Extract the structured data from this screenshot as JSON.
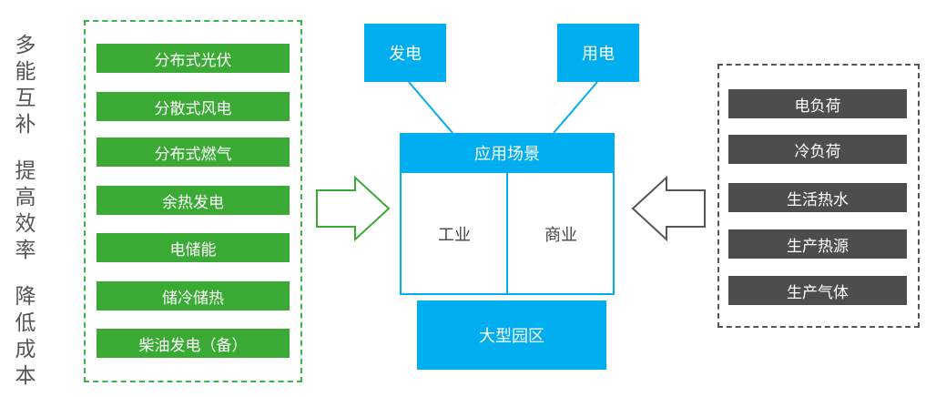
{
  "slogan": [
    "多",
    "能",
    "互",
    "补",
    "",
    "提",
    "高",
    "效",
    "率",
    "",
    "降",
    "低",
    "成",
    "本"
  ],
  "energy_sources": [
    "分布式光伏",
    "分散式风电",
    "分布式燃气",
    "余热发电",
    "电储能",
    "储冷储热",
    "柴油发电（备）"
  ],
  "demands": [
    "电负荷",
    "冷负荷",
    "生活热水",
    "生产热源",
    "生产气体"
  ],
  "top": {
    "generation": "发电",
    "consumption": "用电"
  },
  "scene": {
    "title": "应用场景",
    "industry": "工业",
    "commerce": "商业"
  },
  "park": "大型园区",
  "colors": {
    "green": "#3aaa35",
    "blue": "#00aeef",
    "grey": "#4d4d4d"
  }
}
